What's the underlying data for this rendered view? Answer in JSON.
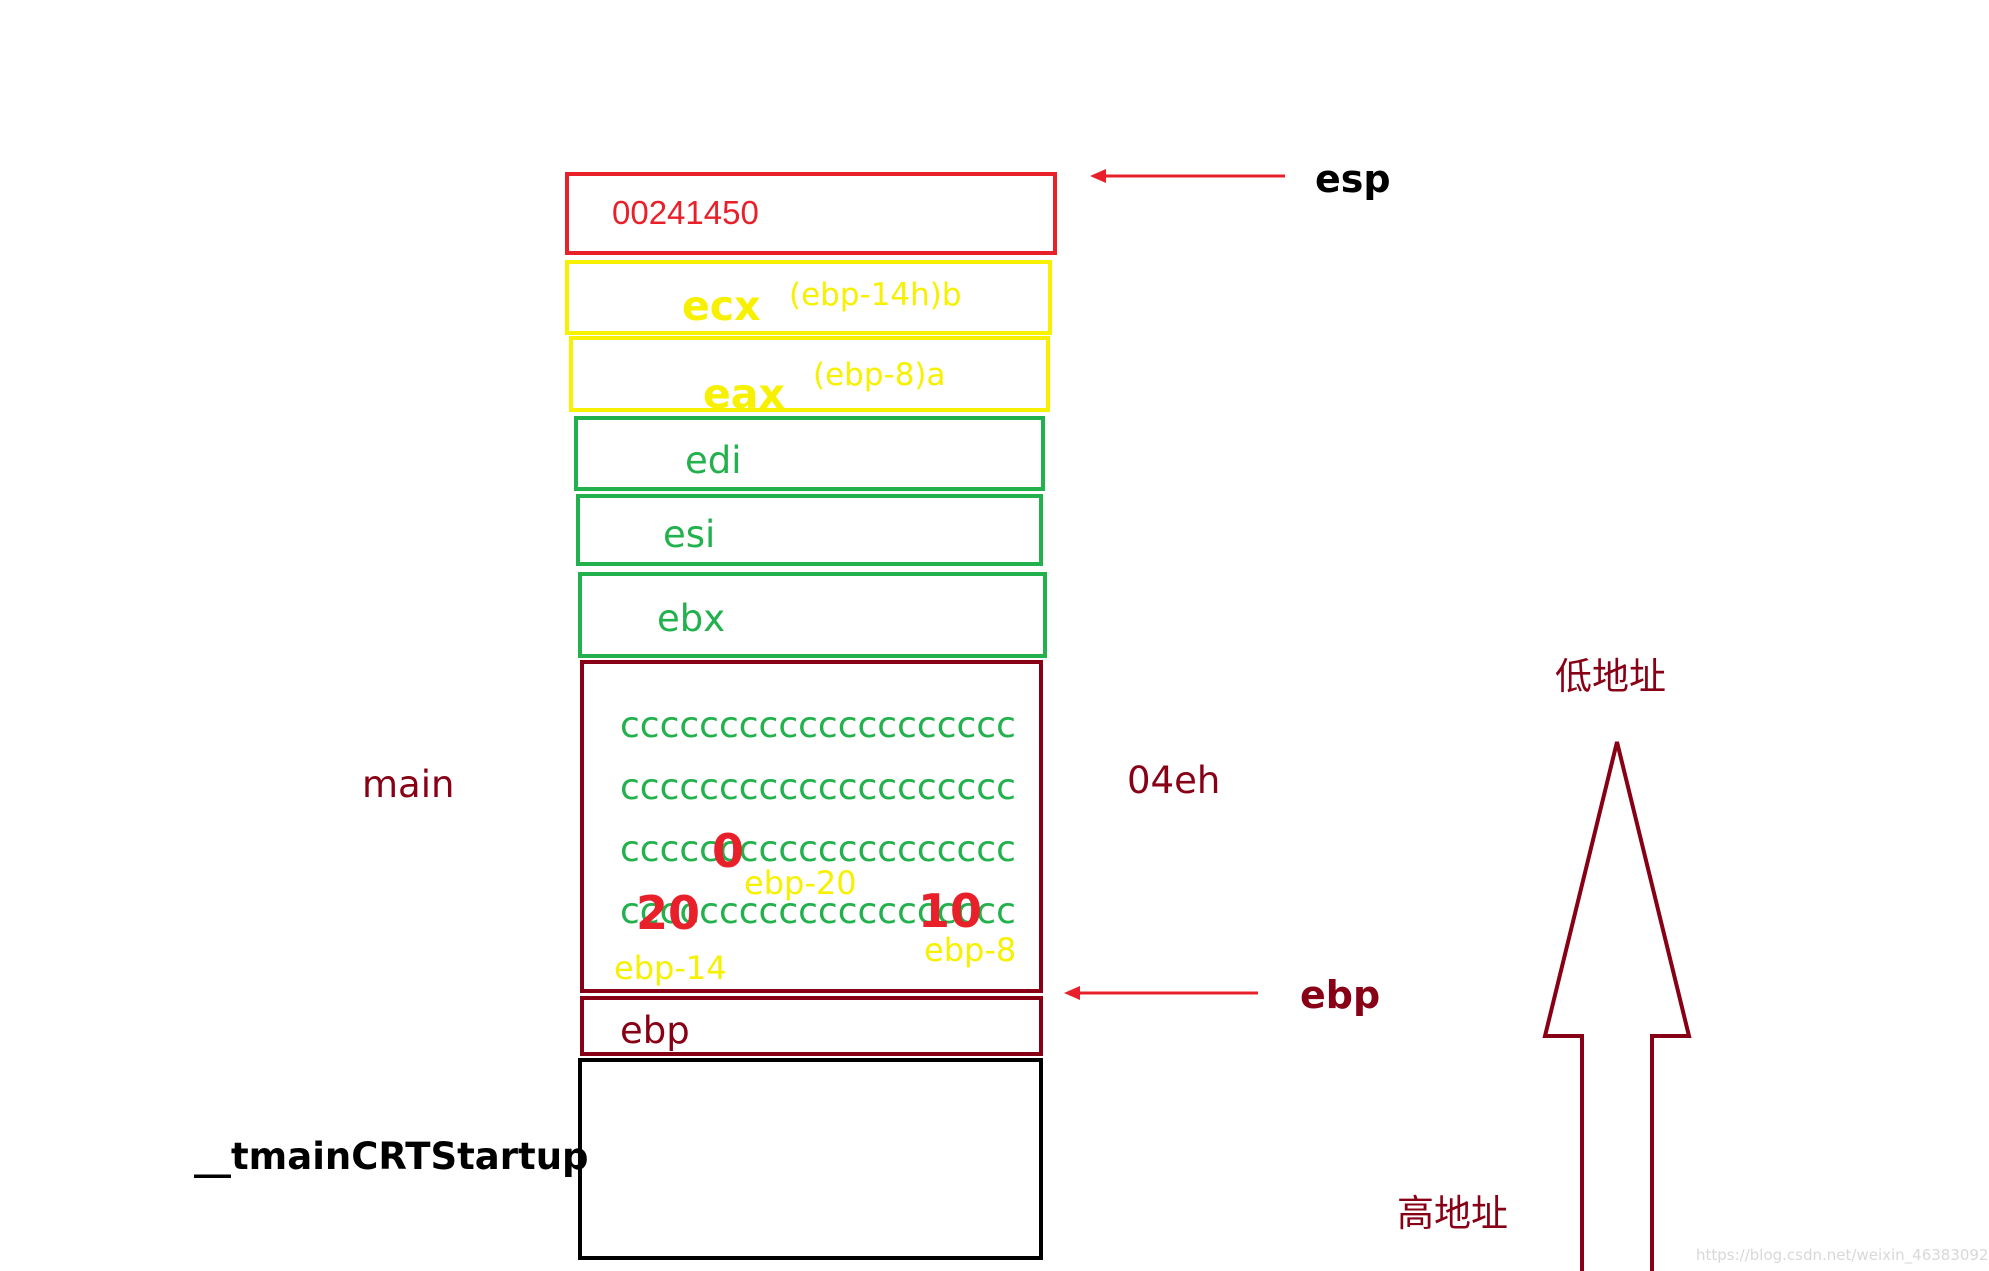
{
  "stack": {
    "return_address": "00241450",
    "ecx": {
      "reg": "ecx",
      "note": "(ebp-14h)b"
    },
    "eax": {
      "reg": "eax",
      "note": "(ebp-8)a"
    },
    "edi": "edi",
    "esi": "esi",
    "ebx": "ebx",
    "cc_rows": [
      "cccccccccccccccccccc",
      "cccccccccccccccccccc",
      "cccccccccccccccccccc",
      "cccccccccccccccccccc"
    ],
    "value_0": "0",
    "offset_ebp20": "ebp-20",
    "value_20": "20",
    "value_10": "10",
    "offset_ebp14": "ebp-14",
    "offset_ebp8": "ebp-8",
    "saved_ebp": "ebp"
  },
  "labels": {
    "esp": "esp",
    "ebp": "ebp",
    "main": "main",
    "frame_size": "04eh",
    "caller": "__tmainCRTStartup",
    "low_address": "低地址",
    "high_address": "高地址"
  },
  "watermark": "https://blog.csdn.net/weixin_46383092",
  "colors": {
    "red": "#e8202a",
    "yellow": "#f7f000",
    "green": "#22b14c",
    "darkred": "#880015",
    "black": "#000000"
  },
  "icons": [
    "left-arrow-icon",
    "up-arrow-icon"
  ]
}
